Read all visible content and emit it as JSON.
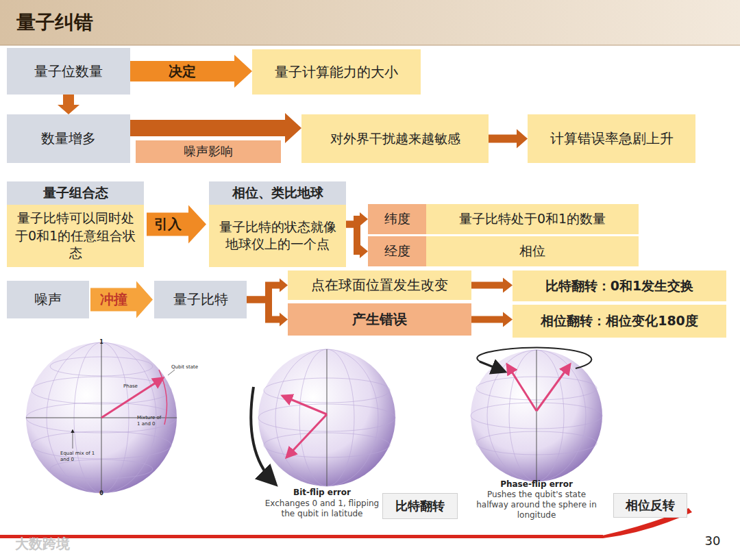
{
  "diagram": {
    "title": "量子纠错",
    "nodes": [
      {
        "text": [
          "量子位数量"
        ]
      },
      {
        "text": [
          "量子计算能力的大小"
        ]
      },
      {
        "text": [
          "数量增多"
        ]
      },
      {
        "text": [
          "噪声影响"
        ]
      },
      {
        "text": [
          "对外界干扰越来越敏感"
        ]
      },
      {
        "text": [
          "计算错误率急剧上升"
        ]
      },
      {
        "text": [
          "量子组合态",
          "量子比特可以同时处于0和1的任意组合状态"
        ]
      },
      {
        "text": [
          "相位、类比地球",
          "量子比特的状态就像地球仪上的一个点"
        ]
      },
      {
        "text": [
          "纬度"
        ]
      },
      {
        "text": [
          "量子比特处于0和1的数量"
        ]
      },
      {
        "text": [
          "经度"
        ]
      },
      {
        "text": [
          "相位"
        ]
      },
      {
        "text": [
          "噪声"
        ]
      },
      {
        "text": [
          "量子比特"
        ]
      },
      {
        "text": [
          "点在球面位置发生改变"
        ]
      },
      {
        "text": [
          "产生错误"
        ]
      },
      {
        "text": [
          "比特翻转：0和1发生交换"
        ]
      },
      {
        "text": [
          "相位翻转：相位变化180度"
        ]
      },
      {
        "text": [
          "比特翻转"
        ]
      },
      {
        "text": [
          "相位反转"
        ]
      }
    ],
    "edges": [
      {
        "from": 0,
        "to": 1,
        "label": "决定",
        "arrow": "to"
      },
      {
        "from": 0,
        "to": 2,
        "arrow": "to"
      },
      {
        "from": 2,
        "to": 4,
        "arrow": "to"
      },
      {
        "from": 4,
        "to": 5,
        "arrow": "to"
      },
      {
        "from": 6,
        "to": 7,
        "label": "引入",
        "arrow": "to"
      },
      {
        "from": 7,
        "to": 8,
        "arrow": "to"
      },
      {
        "from": 7,
        "to": 10,
        "arrow": "to"
      },
      {
        "from": 12,
        "to": 13,
        "label": "冲撞",
        "arrow": "to"
      },
      {
        "from": 13,
        "to": 14,
        "arrow": "to"
      },
      {
        "from": 13,
        "to": 15,
        "arrow": "to"
      },
      {
        "from": 14,
        "to": 16,
        "arrow": "to"
      },
      {
        "from": 15,
        "to": 17,
        "arrow": "to"
      }
    ],
    "labels": [
      "1",
      "0",
      "Qubit state",
      "Phase",
      "Mixture of 1 and 0",
      "Equal mix of 1 and 0",
      "Bit-flip error",
      "Exchanges 0 and 1, flipping the qubit in latitude",
      "Phase-flip error",
      "Pushes the qubit's state halfway around the sphere in longitude",
      "大数跨境",
      "30"
    ]
  }
}
